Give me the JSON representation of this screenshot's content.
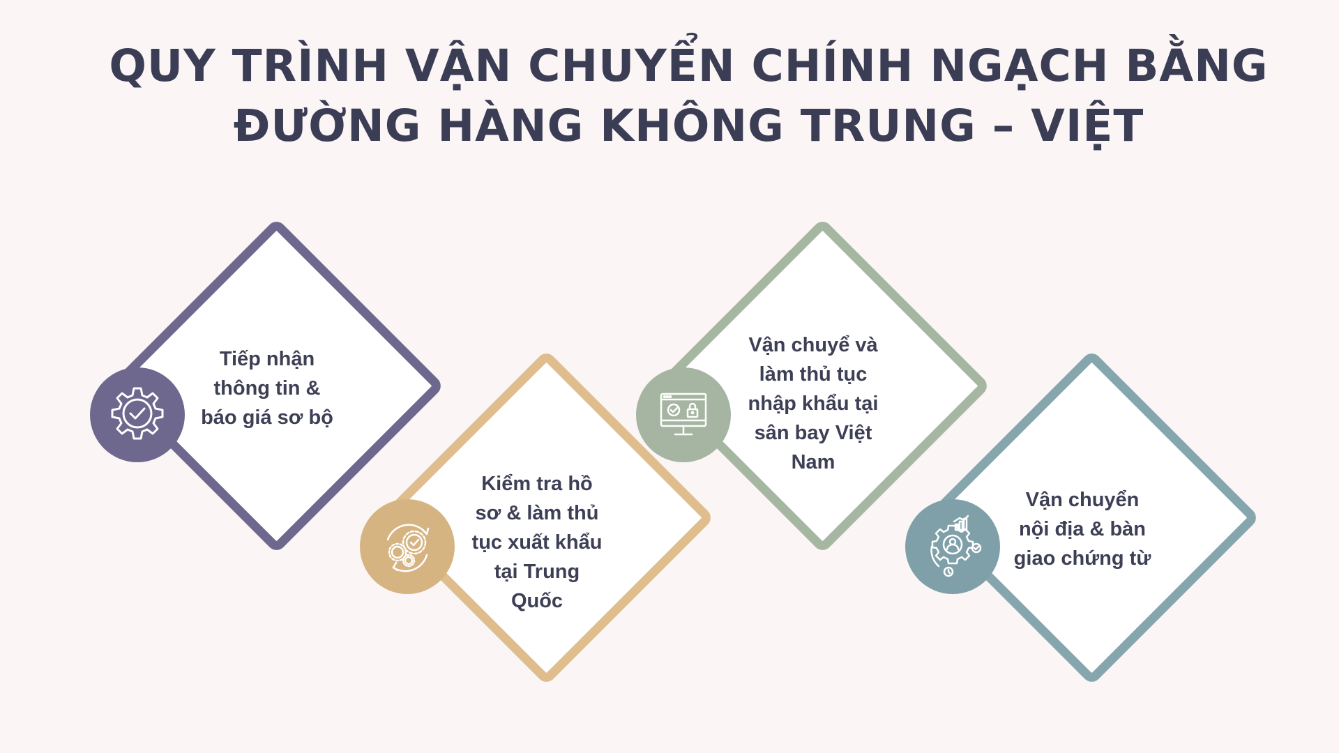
{
  "title": {
    "line1": "QUY TRÌNH VẬN CHUYỂN CHÍNH NGẠCH BẰNG",
    "line2": "ĐƯỜNG HÀNG KHÔNG TRUNG – VIỆT"
  },
  "steps": [
    {
      "label": "Tiếp nhận thông tin & báo giá sơ bộ",
      "icon": "gear-check-icon",
      "color": "#6f688e"
    },
    {
      "label": "Kiểm tra hồ sơ & làm thủ tục xuất khẩu tại Trung Quốc",
      "icon": "gears-cycle-icon",
      "color": "#d6b482"
    },
    {
      "label": "Vận chuyể và làm thủ tục nhập khẩu tại sân bay Việt Nam",
      "icon": "monitor-lock-icon",
      "color": "#a5b5a1"
    },
    {
      "label": "Vận chuyển nội địa & bàn giao chứng từ",
      "icon": "gear-person-chart-icon",
      "color": "#7fa0a8"
    }
  ]
}
